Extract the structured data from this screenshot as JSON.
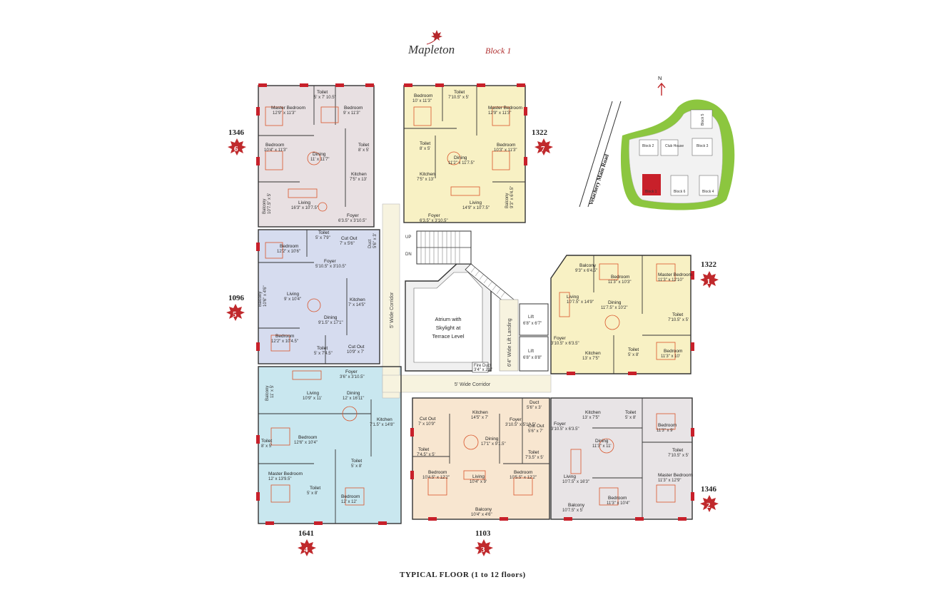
{
  "header": {
    "brand": "Mapleton",
    "block": "Block 1"
  },
  "caption": "TYPICAL FLOOR (1 to 12 floors)",
  "colors": {
    "unit6": "#e8e0e2",
    "unit7": "#f8f1c4",
    "unit5": "#d6dcef",
    "unit4": "#c9e7ef",
    "unit3": "#f8e6d0",
    "unit2": "#e8e4e6",
    "unit1": "#f8f1c4",
    "wall": "#c8202a",
    "furniture": "#d9542a",
    "leaf": "#c0292c",
    "green": "#8cc63f"
  },
  "units": [
    {
      "no": "6",
      "area": "1346"
    },
    {
      "no": "7",
      "area": "1322"
    },
    {
      "no": "5",
      "area": "1096"
    },
    {
      "no": "1",
      "area": "1322"
    },
    {
      "no": "4",
      "area": "1641"
    },
    {
      "no": "3",
      "area": "1103"
    },
    {
      "no": "2",
      "area": "1346"
    }
  ],
  "core": {
    "atrium": [
      "Atrium with",
      "Skylight at",
      "Terrace Level"
    ],
    "corridor_h": "5' Wide Corridor",
    "corridor_v": "5' Wide Corridor",
    "lift_landing": "6'4\" Wide Lift Landing",
    "lift1": [
      "Lift",
      "6'8\" x 6'7\""
    ],
    "lift2": [
      "Lift",
      "6'8\" x 8'8\""
    ],
    "up": "UP",
    "dn": "DN",
    "fire_duct": [
      "Fire Duct",
      "3'4\" x 2'6\""
    ]
  },
  "rooms": {
    "u6": {
      "toilet": [
        "Toilet",
        "5' x 7' 10.5\""
      ],
      "master": [
        "Master Bedroom",
        "12'9\" x 11'3\""
      ],
      "bed1": [
        "Bedroom",
        "9' x 11'3\""
      ],
      "bed2": [
        "Bedroom",
        "10'4\" x 11'3\""
      ],
      "dining": [
        "Dining",
        "11' x 11'7\""
      ],
      "toilet2": [
        "Toilet",
        "8' x 5'"
      ],
      "kitchen": [
        "Kitchen",
        "7'5\" x 13'"
      ],
      "balcony": [
        "Balcony",
        "10'7.5\" x 5'"
      ],
      "living": [
        "Living",
        "16'3\" x 10'7.5\""
      ],
      "foyer": [
        "Foyer",
        "6'3.5\" x 3'10.5\""
      ]
    },
    "u7": {
      "bed1": [
        "Bedroom",
        "10' x 11'3\""
      ],
      "toilet": [
        "Toilet",
        "7'10.5\" x 5'"
      ],
      "master": [
        "Master Bedroom",
        "12'9\" x 11'3\""
      ],
      "toilet2": [
        "Toilet",
        "8' x 5'"
      ],
      "dining": [
        "Dining",
        "11'2\" x 11'7.5\""
      ],
      "bed2": [
        "Bedroom",
        "10'3\" x 11'3\""
      ],
      "kitchen": [
        "Kitchen",
        "7'5\" x 13'"
      ],
      "living": [
        "Living",
        "14'9\" x 10'7.5\""
      ],
      "balcony": [
        "Balcony",
        "9'3\" x 6'4.5\""
      ],
      "foyer": [
        "Foyer",
        "6'3.5\" x 3'10.5\""
      ]
    },
    "u5": {
      "toilet": [
        "Toilet",
        "5' x 7'9\""
      ],
      "cutout": [
        "Cut Out",
        "7' x 5'6\""
      ],
      "duct": [
        "Duct",
        "5'6\" x 3'"
      ],
      "bed1": [
        "Bedroom",
        "12'2\" x 10'6\""
      ],
      "foyer": [
        "Foyer",
        "5'10.5\" x 3'10.5\""
      ],
      "balcony": [
        "Balcony",
        "10'6\" x 4'6\""
      ],
      "living": [
        "Living",
        "9' x 10'4\""
      ],
      "kitchen": [
        "Kitchen",
        "7' x 14'5\""
      ],
      "dining": [
        "Dining",
        "9'1.5\" x 17'1\""
      ],
      "bed2": [
        "Bedroom",
        "12'2\" x 10'4.5\""
      ],
      "toilet2": [
        "Toilet",
        "5' x 7'4.5\""
      ],
      "cutout2": [
        "Cut Out",
        "10'9\" x 7'"
      ]
    },
    "u4": {
      "foyer": [
        "Foyer",
        "3'6\" x 3'10.5\""
      ],
      "balcony": [
        "Balcony",
        "11' x 5'"
      ],
      "living": [
        "Living",
        "10'9\" x 11'"
      ],
      "dining": [
        "Dining",
        "12' x 16'11\""
      ],
      "kitchen": [
        "Kitchen",
        "7'1.5\" x 14'8\""
      ],
      "bed1": [
        "Bedroom",
        "12'6\" x 10'4\""
      ],
      "toilet": [
        "Toilet",
        "8' x 5'"
      ],
      "master": [
        "Master Bedroom",
        "12' x 13'9.5\""
      ],
      "toilet2": [
        "Toilet",
        "5' x 8'"
      ],
      "bed2": [
        "Bedroom",
        "12' x 12'"
      ],
      "toilet3": [
        "Toilet",
        "5' x 8'"
      ]
    },
    "u3": {
      "cutout": [
        "Cut Out",
        "7' x 10'9\""
      ],
      "kitchen": [
        "Kitchen",
        "14'5\" x 7'"
      ],
      "foyer": [
        "Foyer",
        "3'10.5\" x 5'10.5\""
      ],
      "duct": [
        "Duct",
        "5'6\" x 3'"
      ],
      "cutout2": [
        "Cut Out",
        "5'6\" x 7'"
      ],
      "toilet": [
        "Toilet",
        "7'4.5\" x 5'"
      ],
      "dining": [
        "Dining",
        "17'1\" x 9'1.5\""
      ],
      "toilet2": [
        "Toilet",
        "7'3.5\" x 5'"
      ],
      "bed1": [
        "Bedroom",
        "10'4.5\" x 12'2\""
      ],
      "living": [
        "Living",
        "10'4\" x 9'"
      ],
      "bed2": [
        "Bedroom",
        "10'5.5\" x 12'2\""
      ],
      "balcony": [
        "Balcony",
        "10'4\" x 4'6\""
      ]
    },
    "u1": {
      "balcony": [
        "Balcony",
        "9'3\" x 6'4.5\""
      ],
      "bed1": [
        "Bedroom",
        "11'3\" x 10'3\""
      ],
      "master": [
        "Master Bedroom",
        "11'3\" x 12'10\""
      ],
      "living": [
        "Living",
        "10'7.5\" x 14'9\""
      ],
      "dining": [
        "Dining",
        "11'7.5\" x 10'2\""
      ],
      "toilet": [
        "Toilet",
        "7'10.5\" x 5'"
      ],
      "foyer": [
        "Foyer",
        "3'10.5\" x 6'3.5\""
      ],
      "kitchen": [
        "Kitchen",
        "13' x 7'5\""
      ],
      "toilet2": [
        "Toilet",
        "5' x 8'"
      ],
      "bed2": [
        "Bedroom",
        "11'3\" x 10'"
      ]
    },
    "u2": {
      "kitchen": [
        "Kitchen",
        "13' x 7'5\""
      ],
      "toilet": [
        "Toilet",
        "5' x 8'"
      ],
      "foyer": [
        "Foyer",
        "3'10.5\" x 6'3.5\""
      ],
      "bed1": [
        "Bedroom",
        "11'3\" x 9'"
      ],
      "dining": [
        "Dining",
        "11'3\" x 11'"
      ],
      "toilet2": [
        "Toilet",
        "7'10.5\" x 5'"
      ],
      "living": [
        "Living",
        "10'7.5\" x 16'3\""
      ],
      "master": [
        "Master Bedroom",
        "11'3\" x 12'9\""
      ],
      "bed2": [
        "Bedroom",
        "11'3\" x 10'4\""
      ],
      "balcony": [
        "Balcony",
        "10'7.5\" x 5'"
      ]
    }
  },
  "site_plan": {
    "north": "N",
    "road": "Velachery Main Road",
    "labels": [
      "Block 2",
      "Club House",
      "Block 3",
      "Block 1",
      "Block 6",
      "Block 4",
      "Block 5"
    ]
  }
}
